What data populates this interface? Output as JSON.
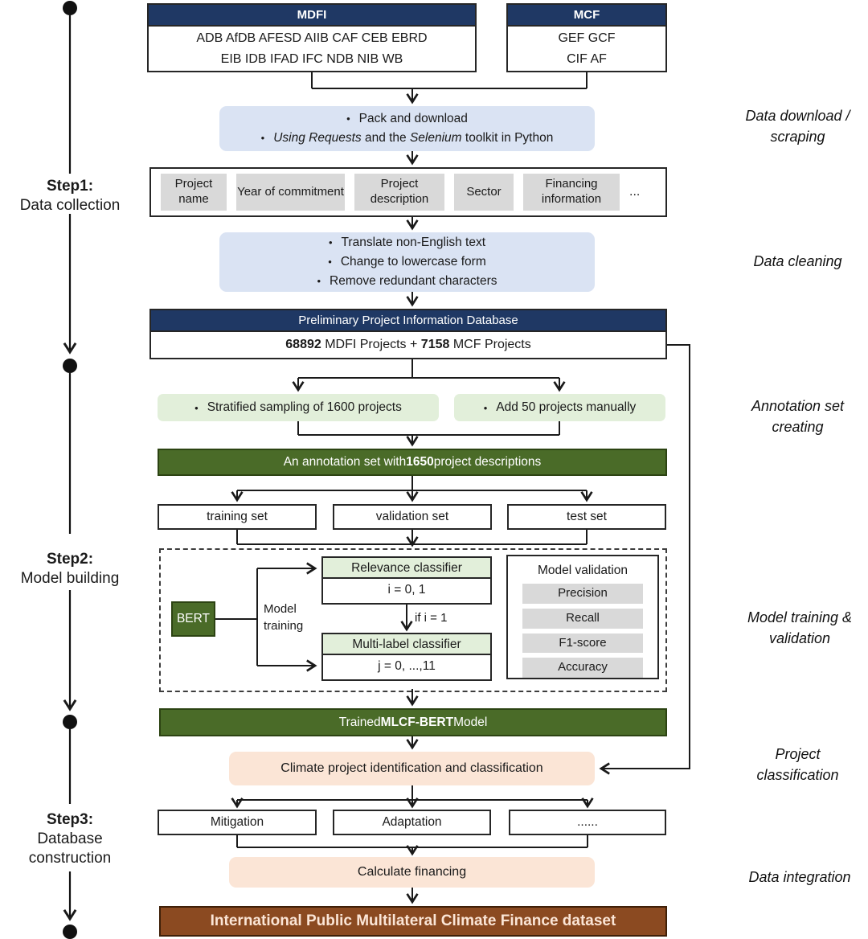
{
  "glyphs": {
    "bullet": "•"
  },
  "left_rail": {
    "steps": [
      {
        "title": "Step1:",
        "subtitle": "Data collection"
      },
      {
        "title": "Step2:",
        "subtitle": "Model building"
      },
      {
        "title": "Step3:",
        "subtitle": "Database construction"
      }
    ]
  },
  "right_labels": [
    "Data download / scraping",
    "Data cleaning",
    "Annotation set creating",
    "Model training & validation",
    "Project classification",
    "Data integration"
  ],
  "sources": {
    "mdfi": {
      "header": "MDFI",
      "line1": "ADB AfDB AFESD AIIB CAF CEB EBRD",
      "line2": "EIB IDB IFAD IFC NDB NIB WB"
    },
    "mcf": {
      "header": "MCF",
      "line1": "GEF GCF",
      "line2": "CIF AF"
    }
  },
  "download_box": {
    "bullet1": "Pack and download",
    "bullet2_italic1": "Using Requests",
    "bullet2_text1": " and the ",
    "bullet2_italic2": "Selenium",
    "bullet2_text2": " toolkit in Python"
  },
  "fields_box": {
    "items": [
      "Project name",
      "Year of commitment",
      "Project description",
      "Sector",
      "Financing information"
    ],
    "ellipsis": "..."
  },
  "cleaning_box": {
    "bullets": [
      "Translate non-English text",
      "Change to lowercase form",
      "Remove redundant characters"
    ]
  },
  "database_box": {
    "header": "Preliminary Project Information Database",
    "count_mdfi": "68892",
    "text_mdfi": " MDFI Projects + ",
    "count_mcf": "7158",
    "text_mcf": " MCF Projects"
  },
  "annotation": {
    "sampling_left": "Stratified sampling of 1600 projects",
    "sampling_right": "Add 50 projects manually",
    "result_text1": "An annotation set with ",
    "result_count": "1650",
    "result_text2": " project descriptions"
  },
  "datasets": [
    "training set",
    "validation set",
    "test set"
  ],
  "model_building": {
    "bert": "BERT",
    "training_label": "Model training",
    "relevance_title": "Relevance classifier",
    "relevance_value": "i = 0, 1",
    "condition": "if i = 1",
    "multilabel_title": "Multi-label classifier",
    "multilabel_value": "j = 0, ...,11",
    "validation_title": "Model validation",
    "metrics": [
      "Precision",
      "Recall",
      "F1-score",
      "Accuracy"
    ]
  },
  "trained_model": {
    "text1": "Trained ",
    "name": "MLCF-BERT",
    "text2": " Model"
  },
  "classification": {
    "box": "Climate project identification and classification",
    "categories": [
      "Mitigation",
      "Adaptation",
      "......"
    ]
  },
  "integration": {
    "calculate": "Calculate financing",
    "final": "International Public Multilateral Climate Finance dataset"
  },
  "colors": {
    "navy": "#1f3864",
    "light_blue": "#dae3f3",
    "light_green": "#e2efda",
    "dark_green": "#4a6b28",
    "peach": "#fbe5d6",
    "brown": "#8b4a21",
    "chip_gray": "#d9d9d9",
    "line": "#1a1a1a"
  }
}
